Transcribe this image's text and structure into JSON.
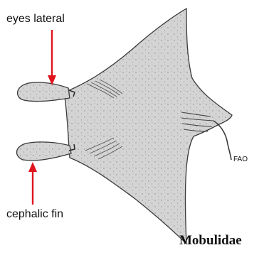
{
  "labels": {
    "eyes": "eyes lateral",
    "cephalic_fin": "cephalic fin",
    "source": "FAO",
    "family": "Mobulidae"
  },
  "colors": {
    "arrow": "#e0141e",
    "body_fill": "#d4d4d4",
    "outline": "#3a3a3a"
  }
}
